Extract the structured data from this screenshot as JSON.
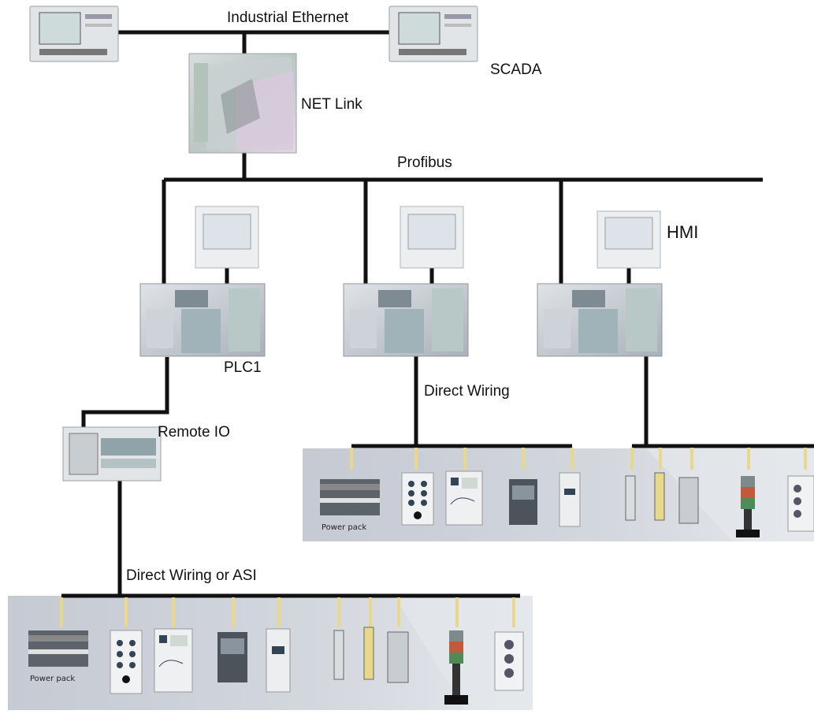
{
  "labels": {
    "industrial_ethernet": "Industrial Ethernet",
    "scada": "SCADA",
    "net_link": "NET Link",
    "profibus": "Profibus",
    "hmi": "HMI",
    "plc1": "PLC1",
    "direct_wiring": "Direct Wiring",
    "remote_io": "Remote IO",
    "direct_wiring_or_asi": "Direct Wiring or ASI",
    "power_pack": "Power pack"
  },
  "colors": {
    "bus_line": "#111111",
    "field_panel": "#c9ced6",
    "field_panel_light": "#e3e6ea",
    "wire": "#e8d88a",
    "screen": "#dde3e8",
    "monitor_frame": "#eceef0",
    "rack": "#b9bfc6",
    "module": "#9fb3b8"
  },
  "icons": [
    "workstation-left-icon",
    "workstation-scada-icon",
    "net-link-gateway-icon",
    "hmi-panel-1-icon",
    "hmi-panel-2-icon",
    "hmi-panel-3-icon",
    "plc-rack-1-icon",
    "plc-rack-2-icon",
    "plc-rack-3-icon",
    "remote-io-icon",
    "power-pack-icon",
    "push-button-station-icon",
    "sensor-icon",
    "signal-tower-icon",
    "contactor-icon"
  ]
}
